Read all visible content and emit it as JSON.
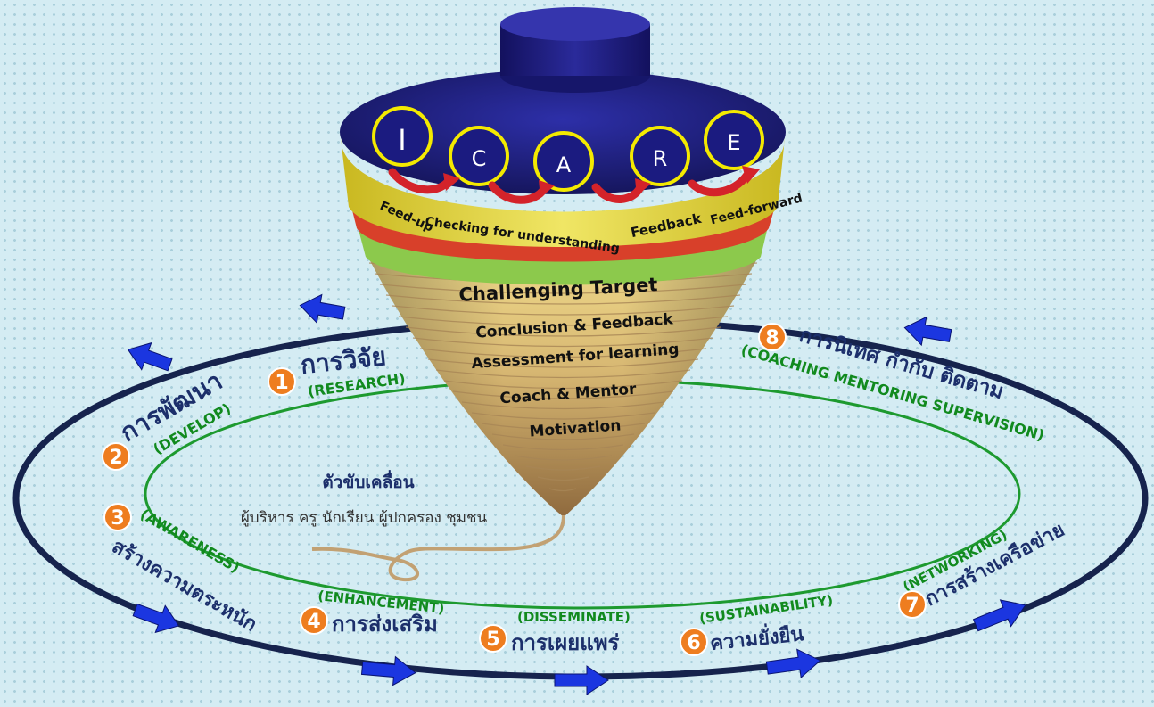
{
  "letters": [
    "I",
    "C",
    "A",
    "R",
    "E"
  ],
  "feedback_labels": [
    "Feed-up",
    "Checking for understanding",
    "Feedback",
    "Feed-forward"
  ],
  "core_items": [
    "Challenging Target",
    "Conclusion & Feedback",
    "Assessment for learning",
    "Coach & Mentor",
    "Motivation"
  ],
  "driver": {
    "title": "ตัวขับเคลื่อน",
    "members": "ผู้บริหาร ครู นักเรียน ผู้ปกครอง ชุมชน"
  },
  "steps": [
    {
      "num": "1",
      "thai": "การวิจัย",
      "eng": "(RESEARCH)"
    },
    {
      "num": "2",
      "thai": "การพัฒนา",
      "eng": "(DEVELOP)"
    },
    {
      "num": "3",
      "thai": "สร้างความตระหนัก",
      "eng": "(AWARENESS)"
    },
    {
      "num": "4",
      "thai": "การส่งเสริม",
      "eng": "(ENHANCEMENT)"
    },
    {
      "num": "5",
      "thai": "การเผยแพร่",
      "eng": "(DISSEMINATE)"
    },
    {
      "num": "6",
      "thai": "ความยั่งยืน",
      "eng": "(SUSTAINABILITY)"
    },
    {
      "num": "7",
      "thai": "การสร้างเครือข่าย",
      "eng": "(NETWORKING)"
    },
    {
      "num": "8",
      "thai": "การนิเทศ กำกับ ติดตาม",
      "eng": "(COACHING MENTORING SUPERVISION)"
    }
  ],
  "colors": {
    "navy": "#1c2f6b",
    "green": "#118a1e",
    "badge": "#ee7d1f",
    "arrow": "#1530e0",
    "letter_ring": "#f4ea00",
    "top_band": "#e3d93c",
    "red_band": "#d8402a",
    "green_band": "#8cc94c"
  }
}
